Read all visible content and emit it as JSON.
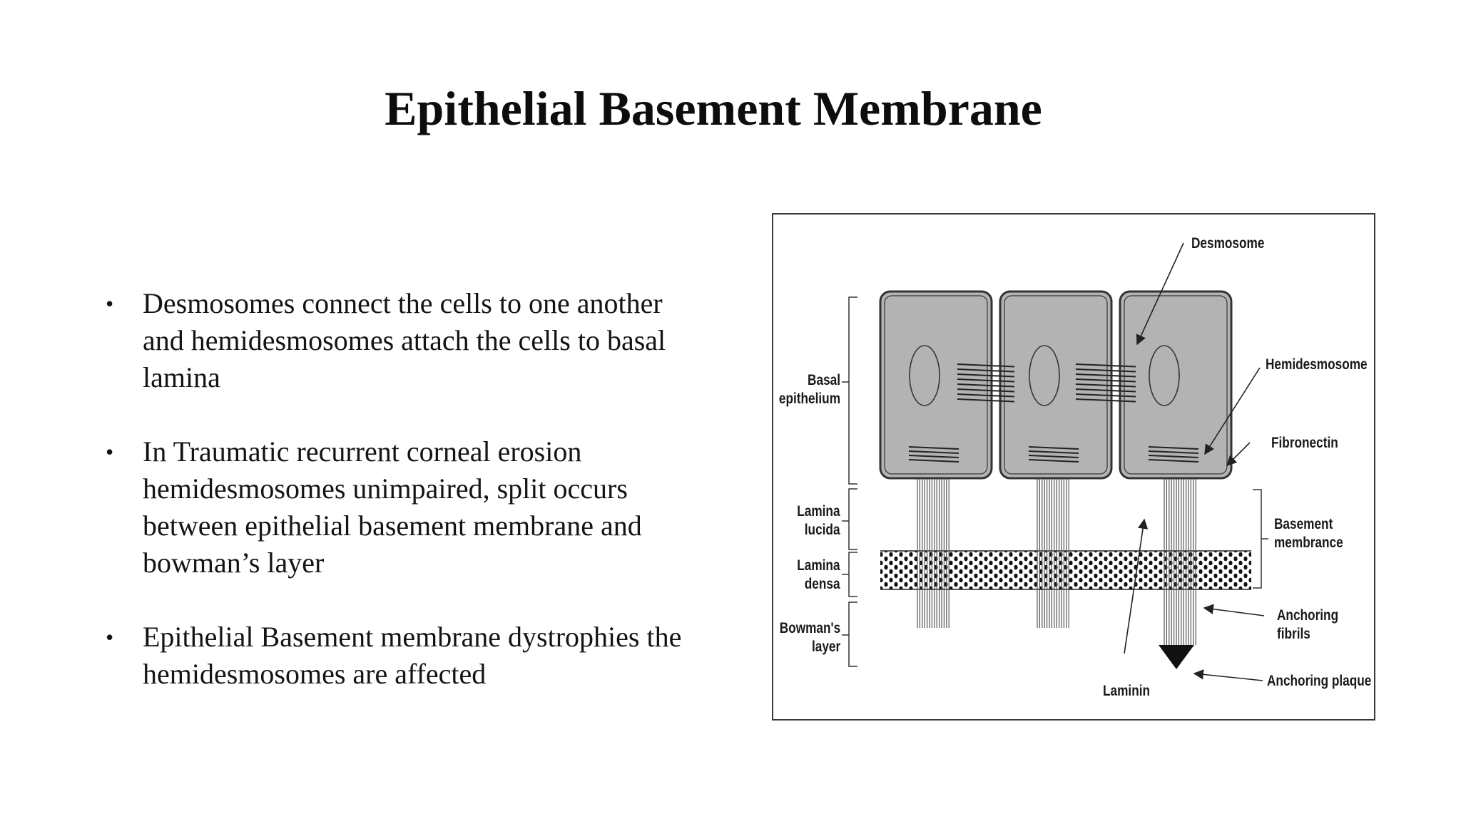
{
  "slide": {
    "title": "Epithelial Basement Membrane",
    "bullets": [
      "Desmosomes connect the cells to one another and hemidesmosomes attach the cells to basal lamina",
      "In Traumatic recurrent corneal erosion hemidesmosomes unimpaired, split occurs between epithelial basement membrane and bowman’s layer",
      "Epithelial Basement membrane dystrophies the hemidesmosomes are affected"
    ],
    "bullet_symbol": "•"
  },
  "figure": {
    "labels": {
      "desmosome": "Desmosome",
      "hemidesmosome": "Hemidesmosome",
      "fibronectin": "Fibronectin",
      "basal_epithelium": [
        "Basal",
        "epithelium"
      ],
      "lamina_lucida": [
        "Lamina",
        "lucida"
      ],
      "lamina_densa": [
        "Lamina",
        "densa"
      ],
      "bowmans_layer": [
        "Bowman's",
        "layer"
      ],
      "basement_membrane": [
        "Basement",
        "membrance"
      ],
      "anchoring_fibrils": [
        "Anchoring",
        "fibrils"
      ],
      "anchoring_plaque": "Anchoring plaque",
      "laminin": "Laminin"
    },
    "colors": {
      "cell_fill": "#b3b3b3",
      "cell_stroke": "#333333",
      "fibril": "#555555",
      "line": "#222222"
    }
  }
}
